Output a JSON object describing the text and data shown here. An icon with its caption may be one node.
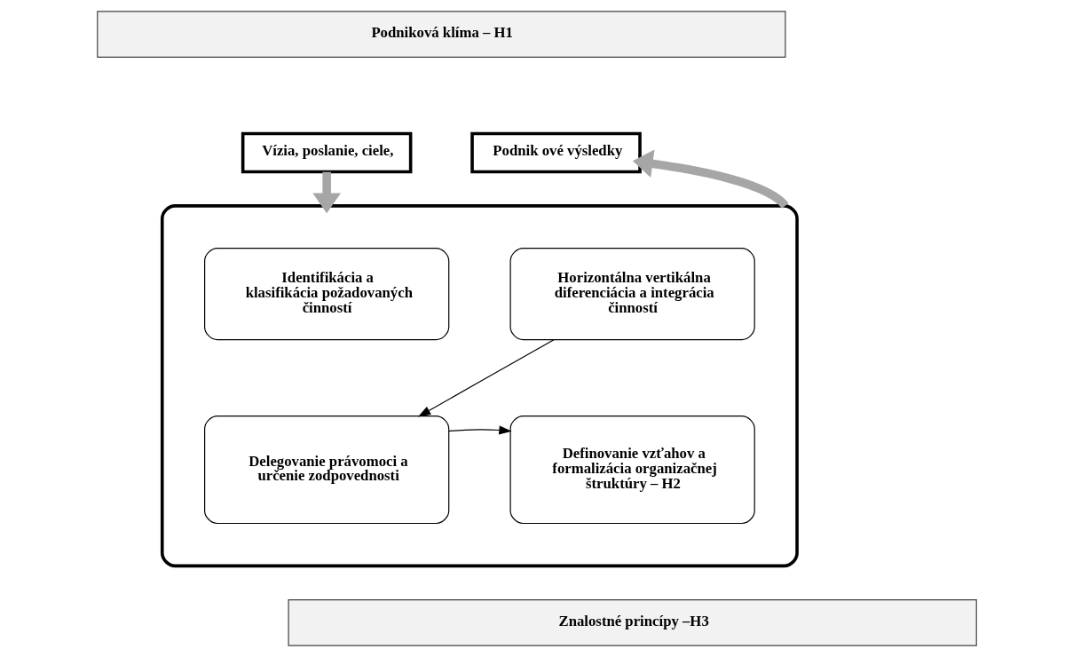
{
  "diagram": {
    "nodes": [
      {
        "text": [
          "Podniková klíma – H1"
        ]
      },
      {
        "text": [
          "Vízia, poslanie, ciele,"
        ]
      },
      {
        "text": [
          "Podnik ové výsledky"
        ]
      },
      {
        "text": [],
        "shape": "ellipse"
      },
      {
        "text": [
          "Identifikácia a klasifikácia požadovaných činností"
        ],
        "in": 3
      },
      {
        "text": [
          "Horizontálna vertikálna diferenciácia a integrácia činností"
        ],
        "in": 3
      },
      {
        "text": [
          "Delegovanie právomoci a určenie zodpovednosti"
        ],
        "in": 3
      },
      {
        "text": [
          "Definovanie vzťahov a formalizácia organizačnej štruktúry – H2"
        ],
        "in": 3
      },
      {
        "text": [
          "Znalostné princípy –H3"
        ]
      }
    ],
    "edges": [
      {
        "from": 1,
        "to": 3,
        "arrow": "to",
        "style": "thick",
        "color": "#a6a6a6"
      },
      {
        "from": 3,
        "to": 2,
        "arrow": "to",
        "style": "thick",
        "color": "#a6a6a6"
      },
      {
        "from": 5,
        "to": 6,
        "arrow": "to",
        "color": "#000000"
      },
      {
        "from": 6,
        "to": 7,
        "arrow": "to",
        "color": "#000000"
      }
    ]
  }
}
